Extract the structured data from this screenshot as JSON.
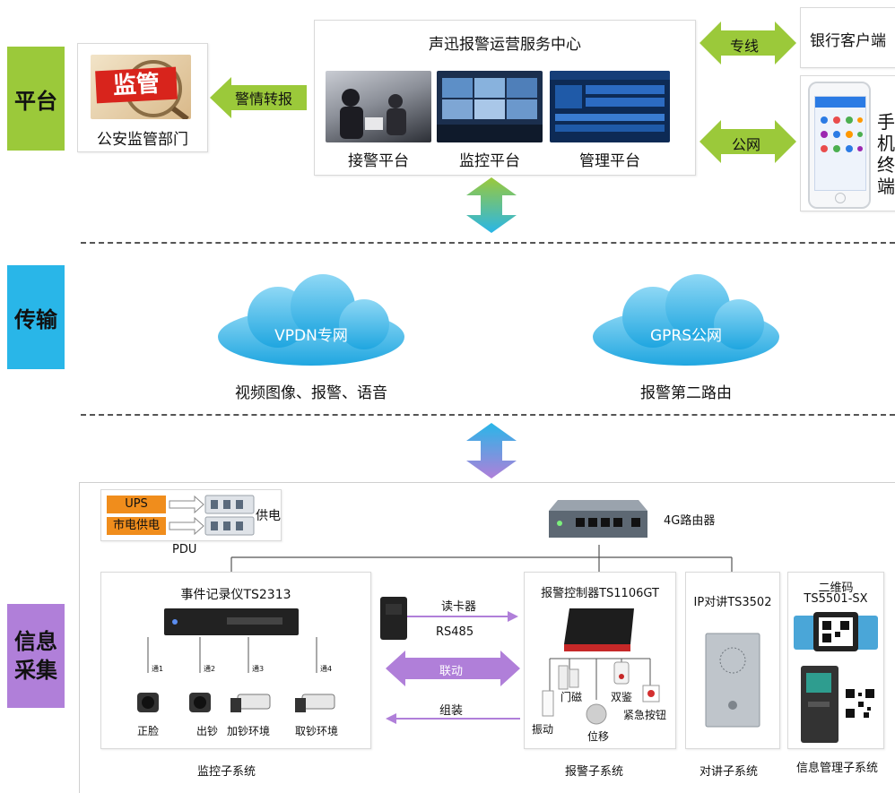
{
  "sections": {
    "platform": {
      "label": "平台",
      "color": "#9bc93a"
    },
    "transmission": {
      "label": "传输",
      "color": "#29b6e8"
    },
    "collection": {
      "label_line1": "信息",
      "label_line2": "采集",
      "color": "#b07fd9"
    }
  },
  "platform": {
    "police": {
      "image_text": "监管",
      "label": "公安监管部门"
    },
    "report_arrow": "警情转报",
    "center": {
      "title": "声迅报警运营服务中心",
      "sub": [
        "接警平台",
        "监控平台",
        "管理平台"
      ]
    },
    "link_private": "专线",
    "link_public": "公网",
    "bank_client": "银行客户端",
    "mobile_terminal": [
      "手",
      "机",
      "终",
      "端"
    ]
  },
  "transmission": {
    "cloud_left": {
      "label": "VPDN专网",
      "caption": "视频图像、报警、语音"
    },
    "cloud_right": {
      "label": "GPRS公网",
      "caption": "报警第二路由"
    }
  },
  "collection": {
    "power": {
      "ups": "UPS",
      "mains": "市电供电",
      "supply": "供电",
      "pdu": "PDU"
    },
    "router": "4G路由器",
    "recorder": {
      "title": "事件记录仪TS2313",
      "channels": [
        "通1",
        "通2",
        "通3",
        "通4"
      ],
      "cameras": [
        "正脸",
        "出钞",
        "加钞环境",
        "取钞环境"
      ],
      "subsystem": "监控子系统"
    },
    "card_reader": "读卡器",
    "rs485": "RS485",
    "linkage": "联动",
    "arm": "组装",
    "alarm": {
      "title": "报警控制器TS1106GT",
      "sensors": [
        "门磁",
        "双鉴",
        "振动",
        "位移",
        "紧急按钮"
      ],
      "subsystem": "报警子系统"
    },
    "intercom": {
      "title": "IP对讲TS3502",
      "subsystem": "对讲子系统"
    },
    "qr": {
      "title_line1": "二维码",
      "title_line2": "TS5501-SX",
      "subsystem": "信息管理子系统"
    }
  }
}
